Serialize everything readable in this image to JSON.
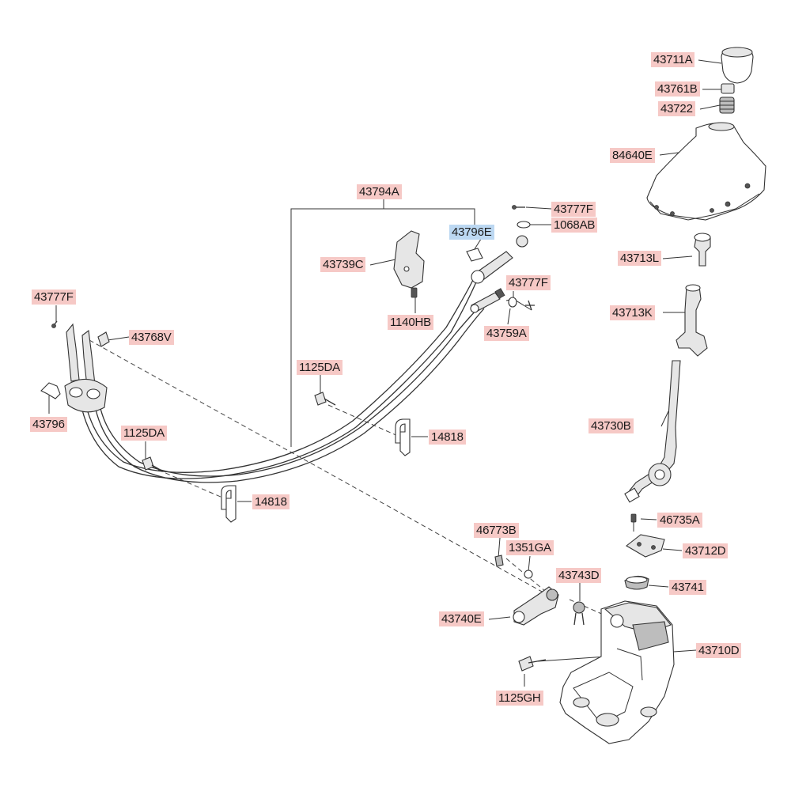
{
  "labels": {
    "l_43711A": "43711A",
    "l_43761B": "43761B",
    "l_43722": "43722",
    "l_84640E": "84640E",
    "l_43794A": "43794A",
    "l_43777F_a": "43777F",
    "l_1068AB": "1068AB",
    "l_43796E": "43796E",
    "l_43739C": "43739C",
    "l_43713L": "43713L",
    "l_43777F_b": "43777F",
    "l_43777F_c": "43777F",
    "l_43713K": "43713K",
    "l_1140HB": "1140HB",
    "l_43759A": "43759A",
    "l_43768V": "43768V",
    "l_1125DA_a": "1125DA",
    "l_43730B": "43730B",
    "l_43796": "43796",
    "l_14818_a": "14818",
    "l_1125DA_b": "1125DA",
    "l_14818_b": "14818",
    "l_46735A": "46735A",
    "l_46773B": "46773B",
    "l_1351GA": "1351GA",
    "l_43712D": "43712D",
    "l_43743D": "43743D",
    "l_43741": "43741",
    "l_43740E": "43740E",
    "l_43710D": "43710D",
    "l_1125GH": "1125GH"
  },
  "colors": {
    "label_highlight": "#f6c9c6",
    "label_selected": "#bcd8f2",
    "line": "#333333"
  }
}
